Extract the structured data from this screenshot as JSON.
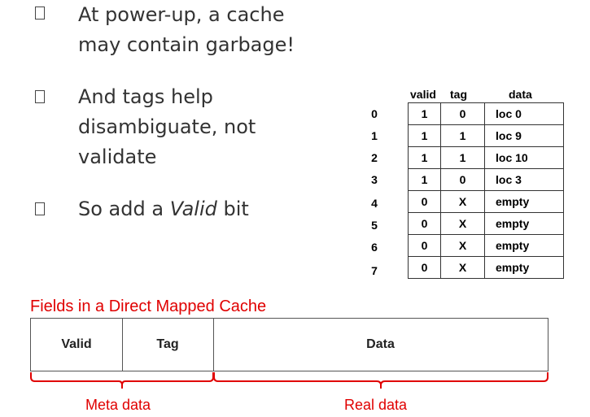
{
  "bullets": [
    {
      "lines": [
        "At power-up, a cache",
        "may contain garbage!"
      ]
    },
    {
      "lines": [
        "And tags help",
        "disambiguate, not",
        "validate"
      ]
    },
    {
      "prefix": "So add a ",
      "emphasis": "Valid",
      "suffix": " bit"
    }
  ],
  "cache_table": {
    "headers": {
      "valid": "valid",
      "tag": "tag",
      "data": "data"
    },
    "rows": [
      {
        "index": "0",
        "valid": "1",
        "tag": "0",
        "data": "loc 0"
      },
      {
        "index": "1",
        "valid": "1",
        "tag": "1",
        "data": "loc 9"
      },
      {
        "index": "2",
        "valid": "1",
        "tag": "1",
        "data": "loc 10"
      },
      {
        "index": "3",
        "valid": "1",
        "tag": "0",
        "data": "loc 3"
      },
      {
        "index": "4",
        "valid": "0",
        "tag": "X",
        "data": "empty"
      },
      {
        "index": "5",
        "valid": "0",
        "tag": "X",
        "data": "empty"
      },
      {
        "index": "6",
        "valid": "0",
        "tag": "X",
        "data": "empty"
      },
      {
        "index": "7",
        "valid": "0",
        "tag": "X",
        "data": "empty"
      }
    ]
  },
  "fields": {
    "title": "Fields in a Direct Mapped Cache",
    "boxes": {
      "valid": "Valid",
      "tag": "Tag",
      "data": "Data"
    },
    "labels": {
      "meta": "Meta data",
      "real": "Real data"
    }
  },
  "colors": {
    "accent": "#e00000",
    "text": "#333333"
  }
}
